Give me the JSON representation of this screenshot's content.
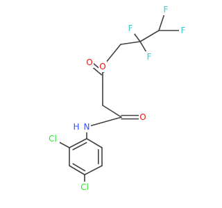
{
  "molecule": {
    "atom_labels": {
      "f_top": "F",
      "f_top_right": "F",
      "f_left": "F",
      "f_bottom_right": "F",
      "o_ester": "O",
      "o_carbonyl_top": "O",
      "o_amide": "O",
      "n_amide": "N",
      "h_amide": "H",
      "cl_ortho": "Cl",
      "cl_para": "Cl"
    },
    "colors": {
      "bond": "#404040",
      "fluorine": "#33cccc",
      "oxygen": "#ff0d0d",
      "nitrogen": "#3050f8",
      "chlorine": "#1ff01f"
    }
  }
}
